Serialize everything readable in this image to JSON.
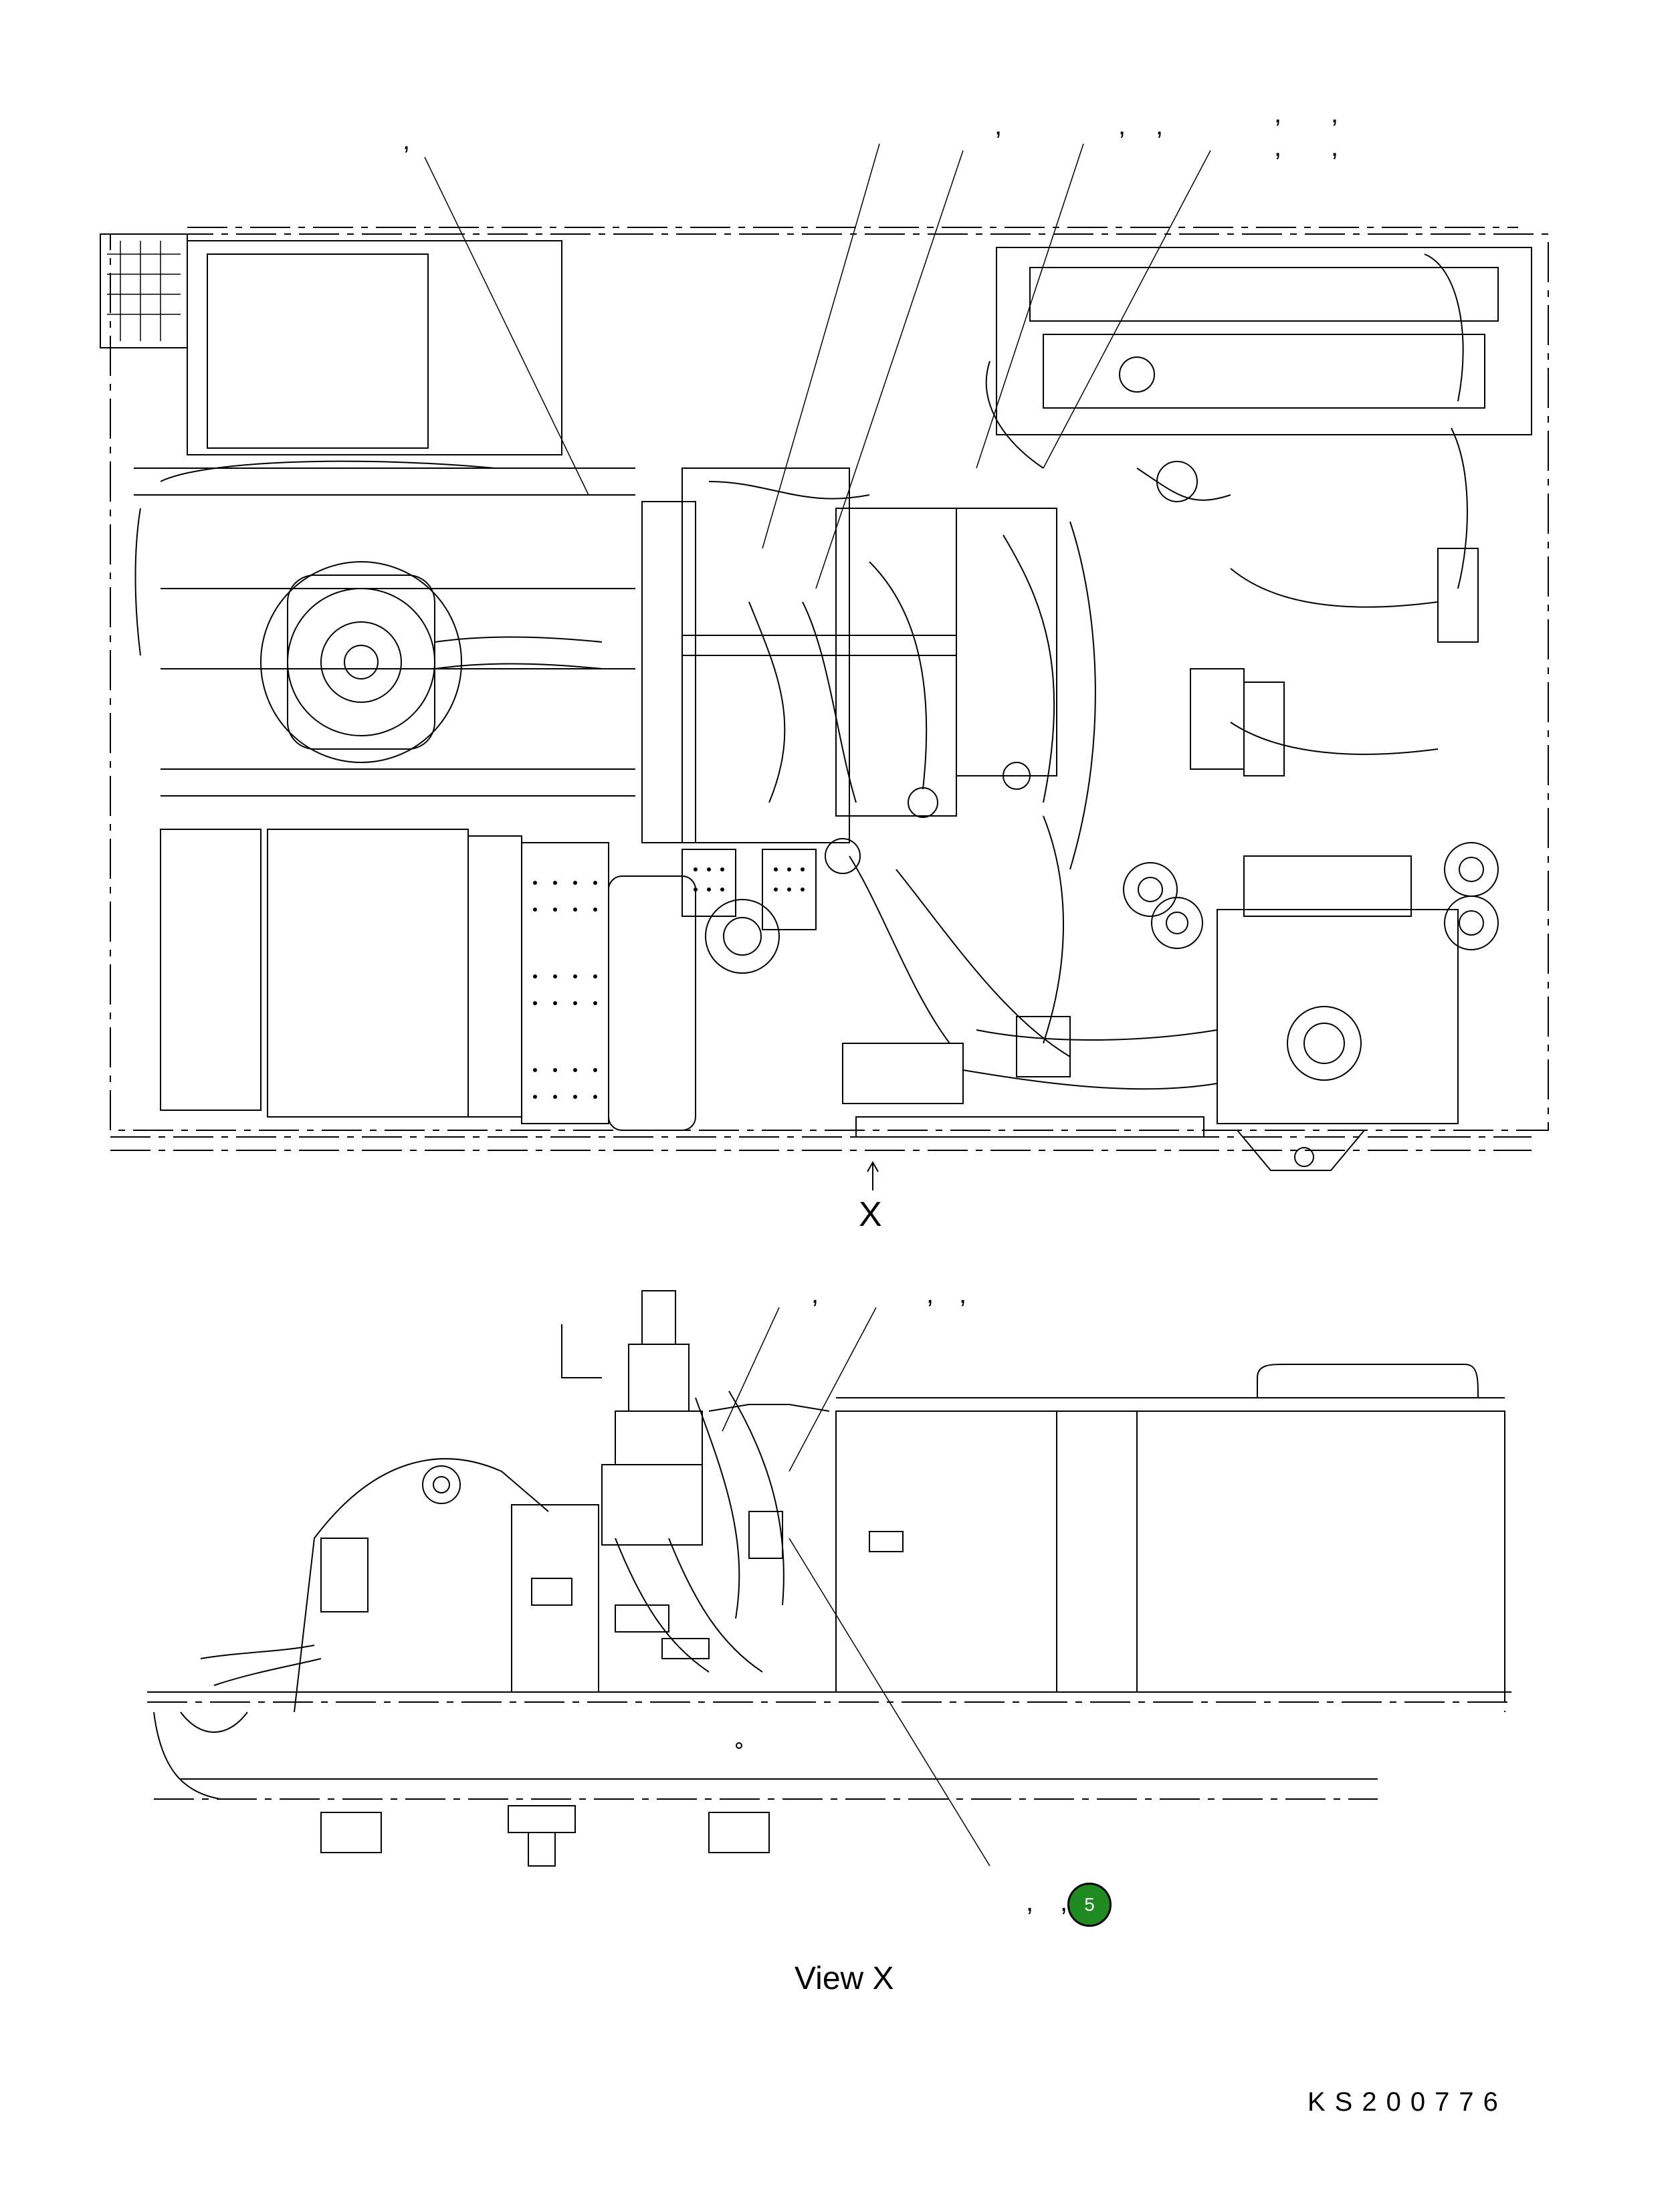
{
  "view_label": "X",
  "view_title": "View X",
  "drawing_code": "KS200776",
  "callout": {
    "number": "5",
    "color": "#1f8a1f"
  },
  "separator": ","
}
